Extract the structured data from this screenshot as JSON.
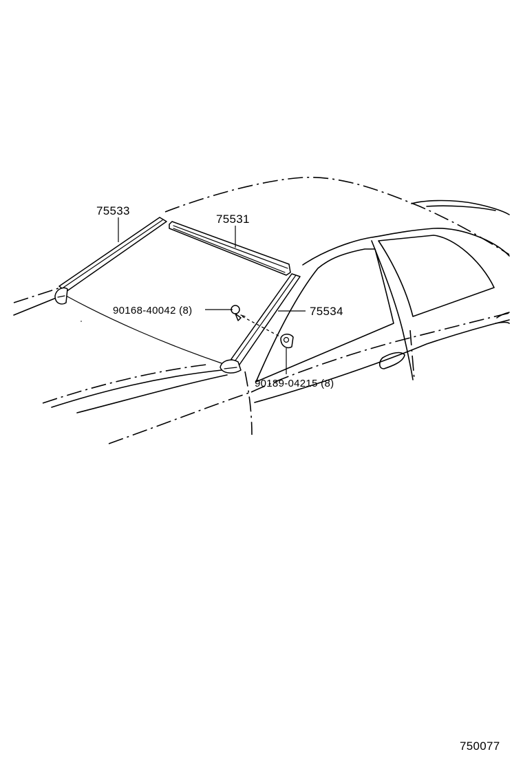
{
  "parts": {
    "p75533": "75533",
    "p75531": "75531",
    "p75534": "75534",
    "bolt": "90168-40042 (8)",
    "clip": "90189-04215 (8)"
  },
  "figure_id": "750077"
}
